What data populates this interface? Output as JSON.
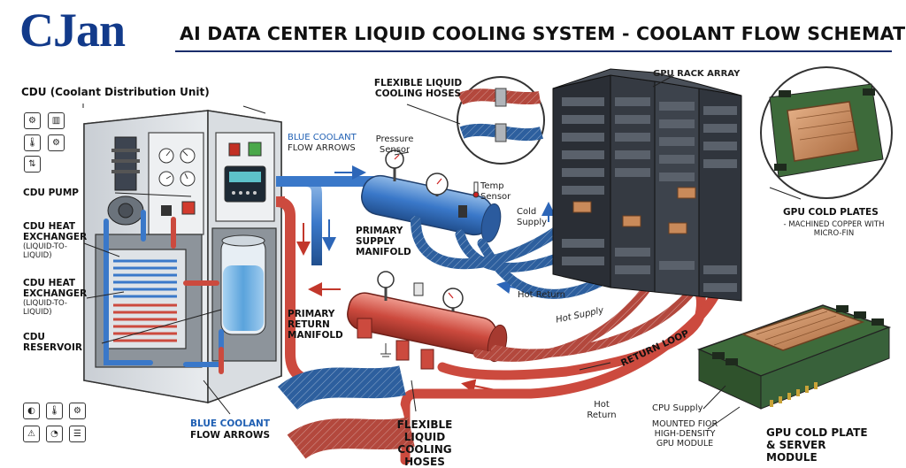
{
  "header": {
    "logo": "CJan",
    "title": "AI DATA CENTER LIQUID COOLING SYSTEM - COOLANT FLOW SCHEMATIC"
  },
  "labels": {
    "cdu_title": "CDU (Coolant Distribution Unit)",
    "cdu_pump": "CDU PUMP",
    "cdu_hx_1": "CDU HEAT EXCHANGER",
    "cdu_hx_1_sub": "(LIQUID-TO-LIQUID)",
    "cdu_hx_2": "CDU HEAT EXCHANGER",
    "cdu_hx_2_sub": "(LIQUID-TO-LIQUID)",
    "cdu_reservoir": "CDU RESERVOIR",
    "blue_arrows_top_1": "BLUE COOLANT",
    "blue_arrows_top_2": "FLOW ARROWS",
    "blue_arrows_bottom_1": "BLUE COOLANT",
    "blue_arrows_bottom_2": "FLOW ARROWS",
    "hoses_top": "FLEXIBLE LIQUID COOLING HOSES",
    "hoses_bottom": "FLEXIBLE LIQUID COOLING HOSES",
    "pressure_sensor": "Pressure Sensor",
    "temp_sensor": "Temp Sensor",
    "primary_supply": "PRIMARY SUPPLY MANIFOLD",
    "primary_return": "PRIMARY RETURN MANIFOLD",
    "gpu_rack_array": "GPU RACK ARRAY",
    "cold_supply": "Cold Supply",
    "hot_return_mid": "Hot Return",
    "hot_supply": "Hot Supply",
    "return_loop": "RETURN LOOP",
    "hot_return_bottom": "Hot Return",
    "gpu_cold_plates": "GPU COLD PLATES",
    "gpu_cold_plates_sub": "- MACHINED COPPER WITH MICRO-FIN",
    "cpu_supply": "CPU Supply",
    "mounted_for": "MOUNTED FIOR HIGH-DENSITY GPU MODULE",
    "gpu_module": "GPU COLD PLATE & SERVER MODULE"
  },
  "icons": {
    "top_left": [
      "gear-icon",
      "bar-chart-icon",
      "thermometer-icon",
      "gear-icon",
      "thermometer-icon",
      "gear-icon"
    ],
    "bottom_left": [
      "toggle-icon",
      "thermometer-icon",
      "gear-icon",
      "warning-icon",
      "gauge-icon",
      "sliders-icon"
    ]
  },
  "colors": {
    "cold": "#3a78c9",
    "hot": "#cc4a3e",
    "title_blue": "#123a8a",
    "rack": "#2d3138",
    "copper": "#c98a5a"
  }
}
